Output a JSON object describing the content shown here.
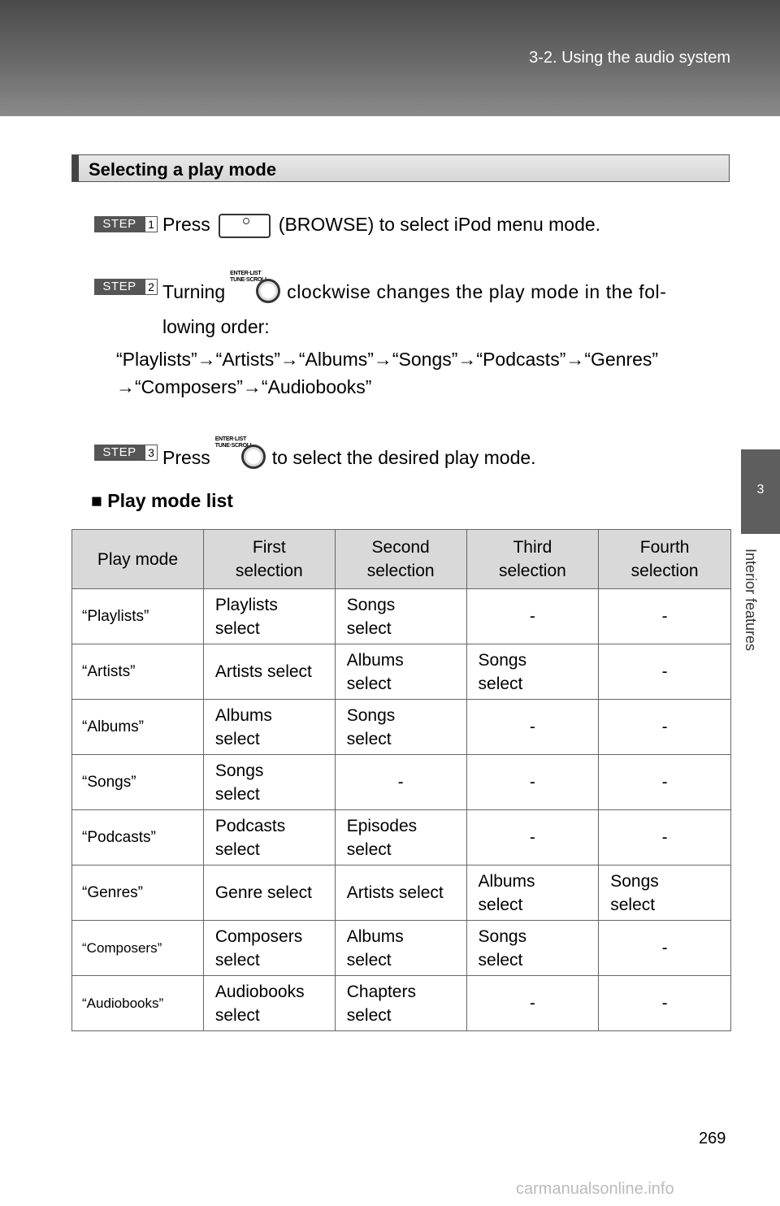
{
  "header": {
    "section": "3-2. Using the audio system"
  },
  "sidebar": {
    "chapter_number": "3",
    "chapter_label": "Interior features"
  },
  "section_title": "Selecting a play mode",
  "steps": [
    {
      "badge": "STEP",
      "number": "1",
      "before": "Press",
      "after": "(BROWSE) to select iPod menu mode."
    },
    {
      "badge": "STEP",
      "number": "2",
      "before": "Turning",
      "after": "clockwise changes the play mode in the fol-",
      "continuation": "lowing order:"
    },
    {
      "badge": "STEP",
      "number": "3",
      "before": "Press",
      "after": "to select the desired play mode."
    }
  ],
  "knob_label_line1": "ENTER·LIST",
  "knob_label_line2": "TUNE·SCROLL",
  "order_line1": "“Playlists”→“Artists”→“Albums”→“Songs”→“Podcasts”→“Genres”",
  "order_line2": "→“Composers”→“Audiobooks”",
  "subheading": "■ Play mode list",
  "table": {
    "headers": [
      "Play mode",
      "First selection",
      "Second selection",
      "Third selection",
      "Fourth selection"
    ],
    "rows": [
      [
        "“Playlists”",
        "Playlists select",
        "Songs select",
        "-",
        "-"
      ],
      [
        "“Artists”",
        "Artists select",
        "Albums select",
        "Songs select",
        "-"
      ],
      [
        "“Albums”",
        "Albums select",
        "Songs select",
        "-",
        "-"
      ],
      [
        "“Songs”",
        "Songs select",
        "-",
        "-",
        "-"
      ],
      [
        "“Podcasts”",
        "Podcasts select",
        "Episodes select",
        "-",
        "-"
      ],
      [
        "“Genres”",
        "Genre select",
        "Artists select",
        "Albums select",
        "Songs select"
      ],
      [
        "“Composers”",
        "Composers select",
        "Albums select",
        "Songs select",
        "-"
      ],
      [
        "“Audiobooks”",
        "Audiobooks select",
        "Chapters select",
        "-",
        "-"
      ]
    ]
  },
  "page_number": "269",
  "watermark": "carmanualsonline.info"
}
